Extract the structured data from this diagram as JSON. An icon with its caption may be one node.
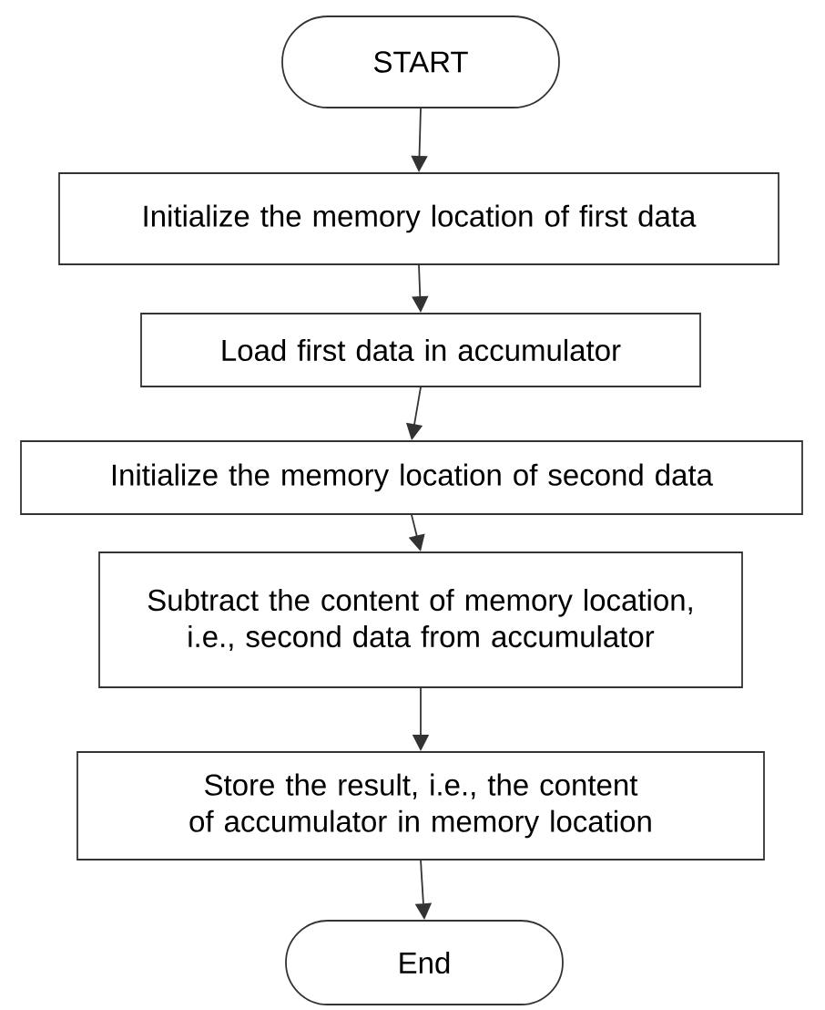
{
  "diagram": {
    "nodes": [
      {
        "text": [
          "START"
        ]
      },
      {
        "text": [
          "Initialize the memory location of first data"
        ]
      },
      {
        "text": [
          "Load first data in accumulator"
        ]
      },
      {
        "text": [
          "Initialize the memory location of second data"
        ]
      },
      {
        "text": [
          "Subtract the content of memory location, i.e., second data from accumulator"
        ]
      },
      {
        "text": [
          "Store the result, i.e., the content of accumulator in memory location"
        ]
      },
      {
        "text": [
          "End"
        ]
      }
    ],
    "edges": [
      {
        "from": 0,
        "to": 1,
        "arrow": "to"
      },
      {
        "from": 1,
        "to": 2,
        "arrow": "to"
      },
      {
        "from": 2,
        "to": 3,
        "arrow": "to"
      },
      {
        "from": 3,
        "to": 4,
        "arrow": "to"
      },
      {
        "from": 4,
        "to": 5,
        "arrow": "to"
      },
      {
        "from": 5,
        "to": 6,
        "arrow": "to"
      }
    ]
  }
}
